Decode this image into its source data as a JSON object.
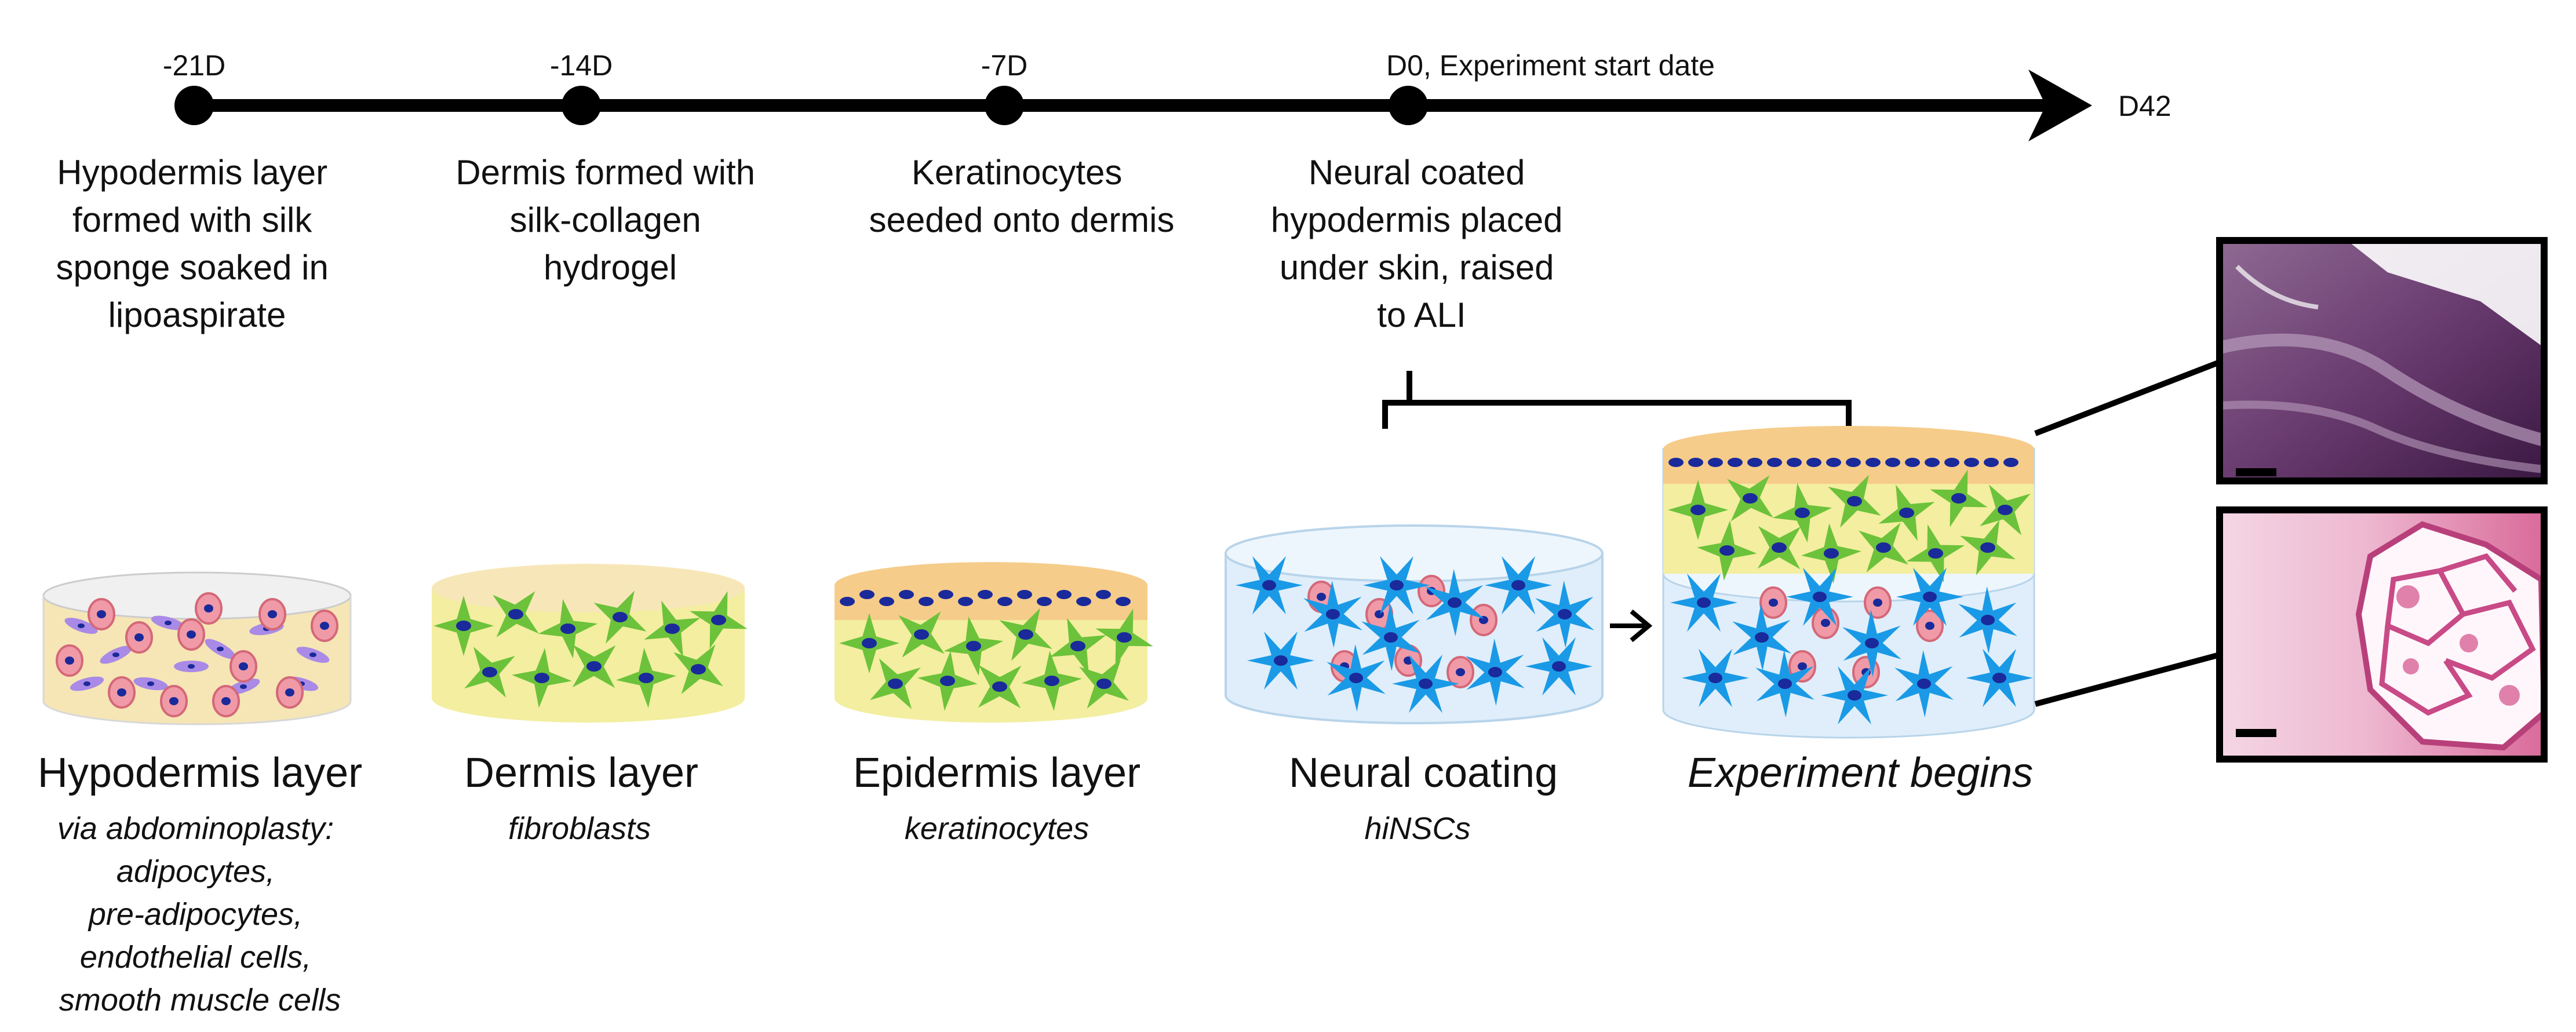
{
  "timeline": {
    "ticks": [
      {
        "label": "-21D"
      },
      {
        "label": "-14D"
      },
      {
        "label": "-7D"
      },
      {
        "label": "D0, Experiment start date"
      }
    ],
    "end_label": "D42"
  },
  "steps": [
    {
      "lines": [
        "Hypodermis layer",
        "formed with silk",
        "sponge soaked in",
        "lipoaspirate"
      ]
    },
    {
      "lines": [
        "Dermis formed with",
        "silk-collagen",
        "hydrogel"
      ]
    },
    {
      "lines": [
        "Keratinocytes",
        "seeded onto dermis"
      ]
    },
    {
      "lines": [
        "Neural coated",
        "hypodermis placed",
        "under skin, raised",
        "to ALI"
      ]
    }
  ],
  "layers": [
    {
      "title": "Hypodermis layer",
      "subtitle_lines": [
        "via abdominoplasty:",
        "adipocytes,",
        "pre-adipocytes,",
        "endothelial cells,",
        "smooth muscle cells"
      ]
    },
    {
      "title": "Dermis layer",
      "subtitle_lines": [
        "fibroblasts"
      ]
    },
    {
      "title": "Epidermis layer",
      "subtitle_lines": [
        "keratinocytes"
      ]
    },
    {
      "title": "Neural coating",
      "subtitle_lines": [
        "hiNSCs"
      ]
    },
    {
      "title": "Experiment begins",
      "subtitle_lines": []
    }
  ],
  "colors": {
    "timeline": "#000000",
    "hypodermis_fill": "#f5e2a8",
    "dermis_fill": "#f3eea0",
    "epidermis_fill": "#f6cc8a",
    "neural_fill": "#dfeefa",
    "fibroblast": "#6cc23a",
    "nucleus": "#1a2a9a",
    "neural_cell": "#1a9ae6",
    "adipocyte": "#f09aa8",
    "micro_top": "#5e3264",
    "micro_bottom": "#e7a8c8"
  }
}
